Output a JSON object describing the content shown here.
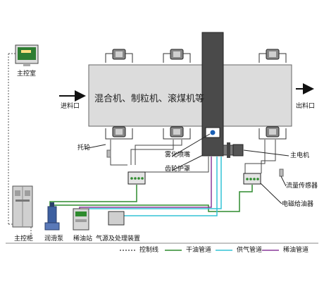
{
  "labels": {
    "main_control_room": "主控室",
    "machine_label": "混合机、制粒机、滚煤机等",
    "inlet": "进料口",
    "outlet": "出料口",
    "idler": "托轮",
    "spray_nozzle": "雾化喷嘴",
    "gear_guard": "齿轮护罩",
    "main_motor": "主电机",
    "flow_sensor": "流量传感器",
    "solenoid_feeder": "电磁给油器",
    "main_cabinet": "主控柜",
    "lube_pump": "润滑泵",
    "thin_oil_station": "稀油站",
    "air_treatment": "气源及处理装置"
  },
  "legend": [
    {
      "label": "控制线",
      "style": "dotted",
      "color": "#555555"
    },
    {
      "label": "干油管道",
      "style": "solid",
      "color": "#2e8b2e"
    },
    {
      "label": "供气管道",
      "style": "solid",
      "color": "#33c3d6"
    },
    {
      "label": "稀油管道",
      "style": "solid",
      "color": "#8a3a9a"
    }
  ],
  "colors": {
    "dry_oil": "#2e8b2e",
    "air": "#33c3d6",
    "thin_oil": "#8a3a9a",
    "control": "#555555",
    "drum": "#dcdcdc",
    "gear": "#4a4a4a"
  }
}
